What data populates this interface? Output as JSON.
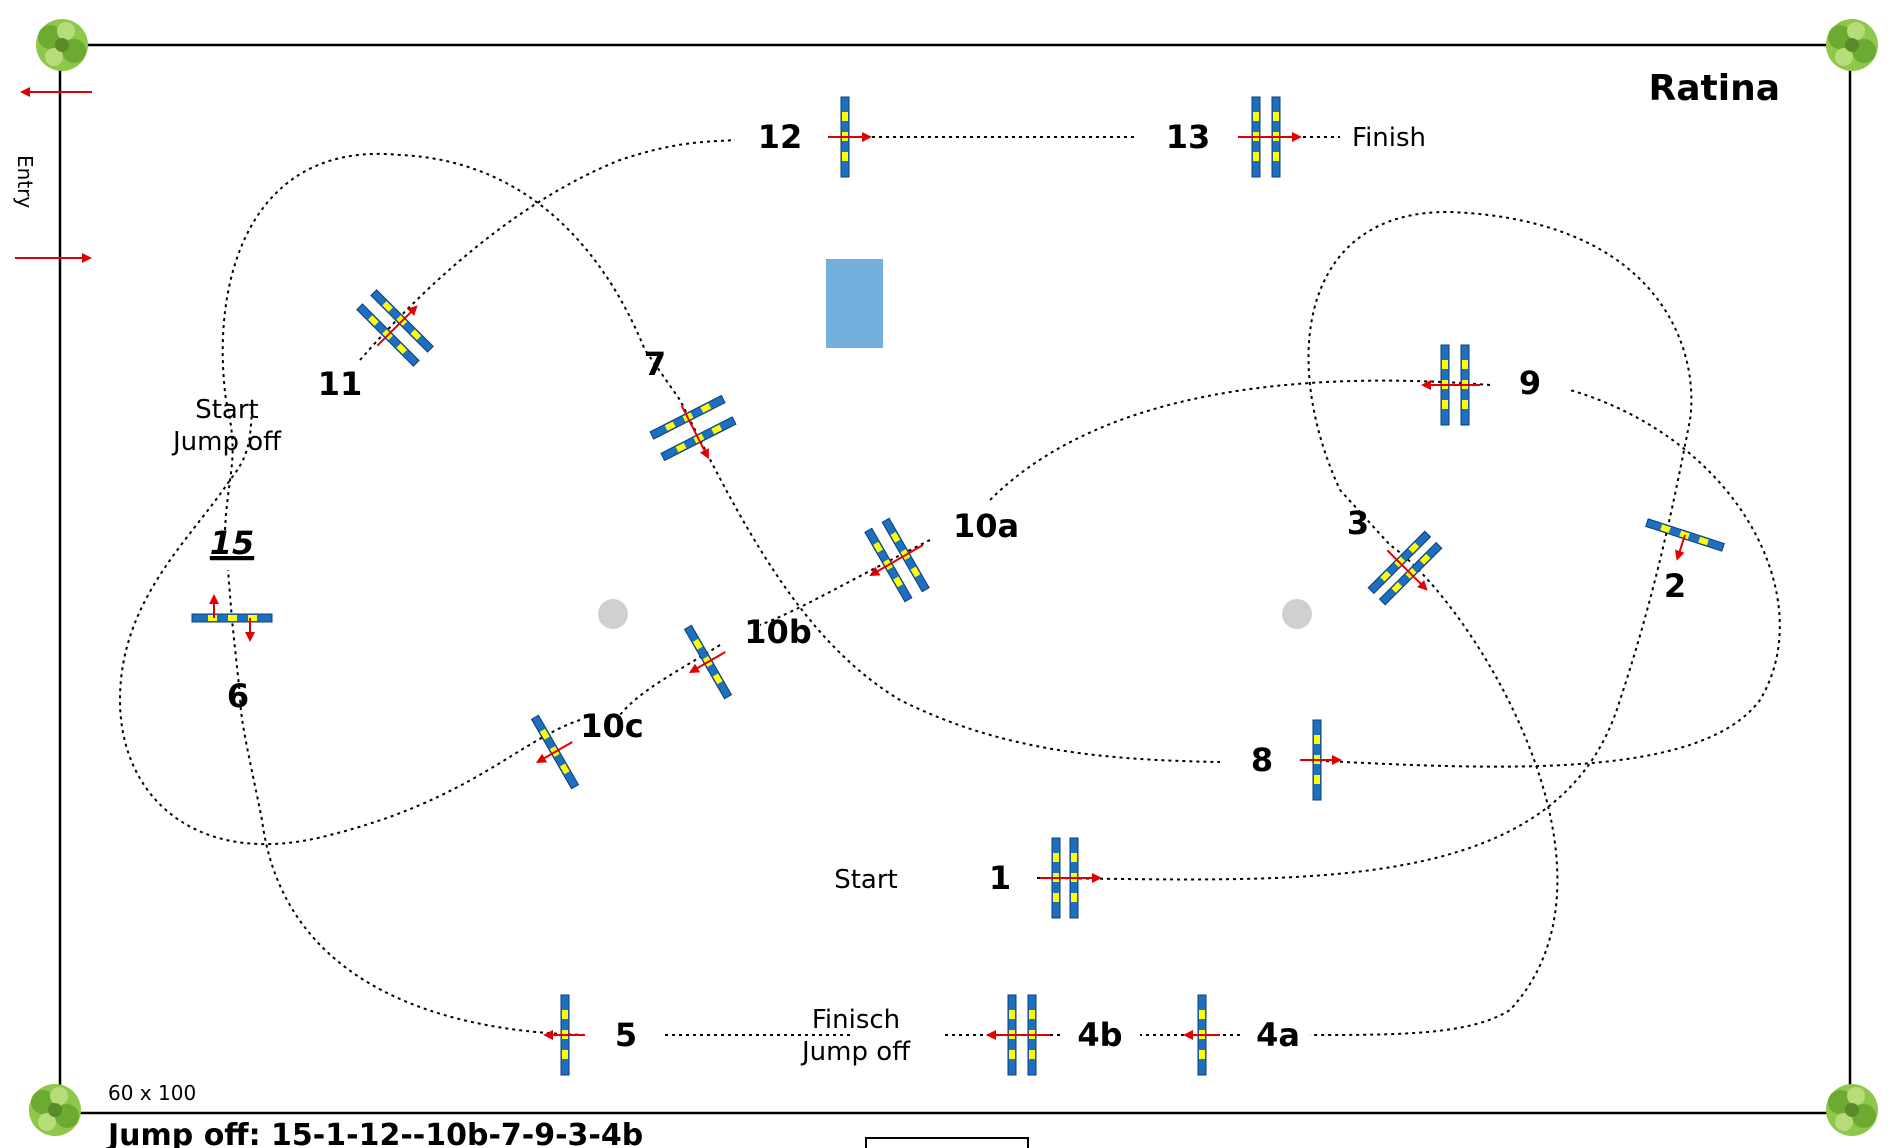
{
  "course": {
    "name": "Ratina",
    "arena_size": "60 x 100",
    "entry_label": "Entry",
    "jump_off_line": "Jump off: 15-1-12--10b-7-9-3-4b",
    "box_text": ""
  },
  "labels": {
    "start": "Start",
    "finish": "Finish",
    "jump_off_start": [
      "Start",
      "Jump off"
    ],
    "jump_off_finish": [
      "Finisch",
      "Jump off"
    ]
  },
  "obstacles": {
    "o1": "1",
    "o2": "2",
    "o3": "3",
    "o4a": "4a",
    "o4b": "4b",
    "o5": "5",
    "o6": "6",
    "o7": "7",
    "o8": "8",
    "o9": "9",
    "o10a": "10a",
    "o10b": "10b",
    "o10c": "10c",
    "o11": "11",
    "o12": "12",
    "o13": "13",
    "o15": "15"
  },
  "colors": {
    "pole_blue": "#1f6fbf",
    "pole_yellow": "#ffff00",
    "arrow_red": "#e00000",
    "water": "#74b0dd",
    "marker_grey": "#d0d0d0"
  }
}
